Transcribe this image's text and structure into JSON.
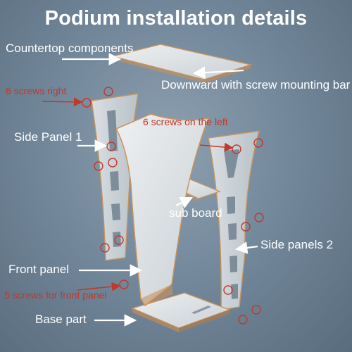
{
  "title": "Podium installation details",
  "labels": {
    "countertop_components": "Countertop components",
    "downward_screw_bar": "Downward with screw mounting bar",
    "six_screws_right": "6 screws right",
    "side_panel_1": "Side Panel 1",
    "six_screws_left": "6 screws on the left",
    "sub_board": "sub board",
    "side_panels_2": "Side panels 2",
    "front_panel": "Front panel",
    "five_screws_front": "5 screws for front panel",
    "base_part": "Base part"
  },
  "colors": {
    "background": "#72879a",
    "label_text": "#ffffff",
    "screw_note_text": "#c0392b",
    "screw_marker": "#c0392b",
    "acrylic_panel": "#d8dde0",
    "panel_edge": "#c9935c"
  },
  "icons": {
    "screw_marker": "red-circle",
    "pointer": "arrow"
  }
}
